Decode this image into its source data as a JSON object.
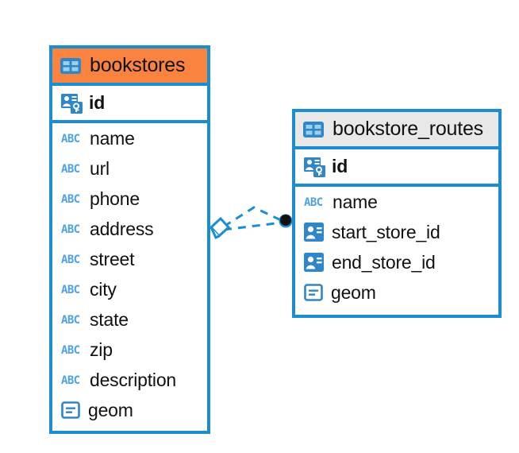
{
  "diagram": {
    "type": "entity-relationship-diagram",
    "background": "#ffffff",
    "accent_color": "#1b8ed2",
    "highlight_color": "#fb8340",
    "header_plain_color": "#e8e8e8"
  },
  "entities": [
    {
      "name": "bookstores",
      "header_style": "accent",
      "icon": "table-icon",
      "fields": [
        {
          "name": "id",
          "icon": "primary-key-icon",
          "kind": "pk"
        },
        {
          "name": "name",
          "icon": "abc-text-icon",
          "kind": "text"
        },
        {
          "name": "url",
          "icon": "abc-text-icon",
          "kind": "text"
        },
        {
          "name": "phone",
          "icon": "abc-text-icon",
          "kind": "text"
        },
        {
          "name": "address",
          "icon": "abc-text-icon",
          "kind": "text"
        },
        {
          "name": "street",
          "icon": "abc-text-icon",
          "kind": "text"
        },
        {
          "name": "city",
          "icon": "abc-text-icon",
          "kind": "text"
        },
        {
          "name": "state",
          "icon": "abc-text-icon",
          "kind": "text"
        },
        {
          "name": "zip",
          "icon": "abc-text-icon",
          "kind": "text"
        },
        {
          "name": "description",
          "icon": "abc-text-icon",
          "kind": "text"
        },
        {
          "name": "geom",
          "icon": "geometry-icon",
          "kind": "geometry"
        }
      ]
    },
    {
      "name": "bookstore_routes",
      "header_style": "plain",
      "icon": "table-icon",
      "fields": [
        {
          "name": "id",
          "icon": "primary-key-icon",
          "kind": "pk"
        },
        {
          "name": "name",
          "icon": "abc-text-icon",
          "kind": "text"
        },
        {
          "name": "start_store_id",
          "icon": "foreign-key-icon",
          "kind": "fk"
        },
        {
          "name": "end_store_id",
          "icon": "foreign-key-icon",
          "kind": "fk"
        },
        {
          "name": "geom",
          "icon": "geometry-icon",
          "kind": "geometry"
        }
      ]
    }
  ],
  "relationship": {
    "style": "dashed",
    "color": "#1b8ed2",
    "source_marker": "diamond-marker",
    "target_marker": "filled-circle-marker",
    "branches": 2
  }
}
